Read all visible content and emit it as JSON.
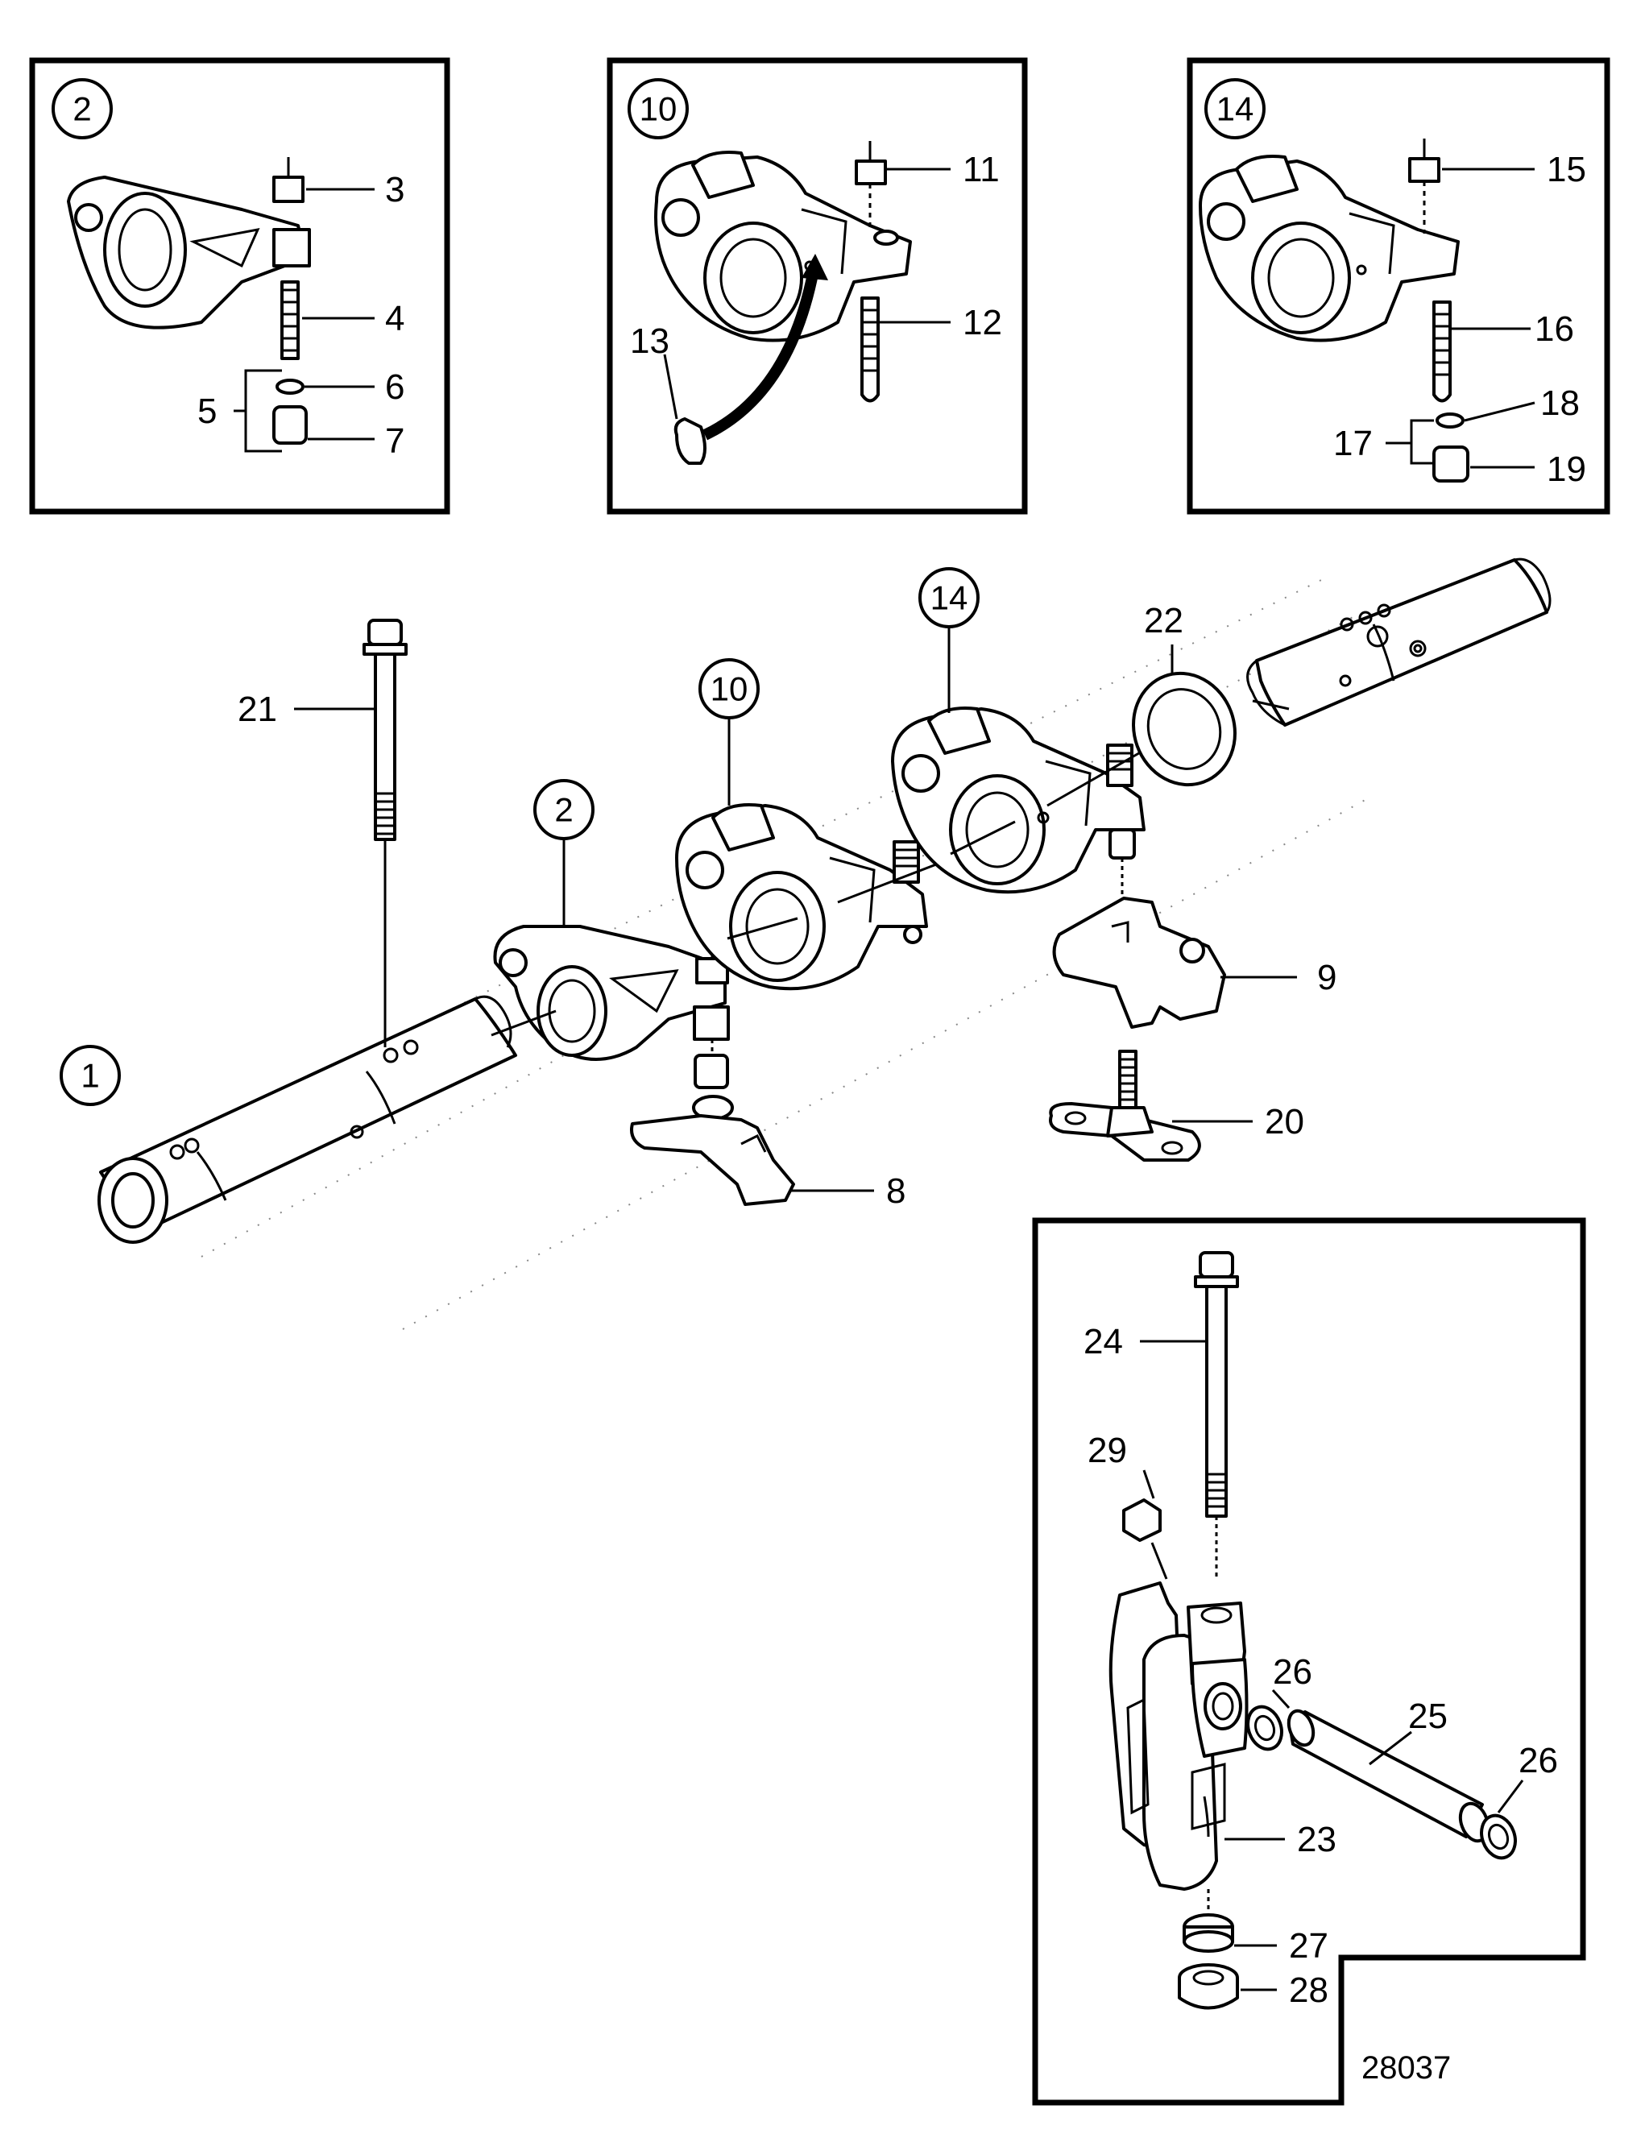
{
  "callouts": {
    "c1": "1",
    "c2_box": "2",
    "c2_main": "2",
    "c10_box": "10",
    "c10_main": "10",
    "c14_box": "14",
    "c14_main": "14"
  },
  "labels": {
    "n3": "3",
    "n4": "4",
    "n5": "5",
    "n6": "6",
    "n7": "7",
    "n8": "8",
    "n9": "9",
    "n11": "11",
    "n12": "12",
    "n13": "13",
    "n15": "15",
    "n16": "16",
    "n17": "17",
    "n18": "18",
    "n19": "19",
    "n20": "20",
    "n21": "21",
    "n22": "22",
    "n23": "23",
    "n24": "24",
    "n25": "25",
    "n26a": "26",
    "n26b": "26",
    "n27": "27",
    "n28": "28",
    "n29": "29"
  },
  "drawing_number": "28037"
}
